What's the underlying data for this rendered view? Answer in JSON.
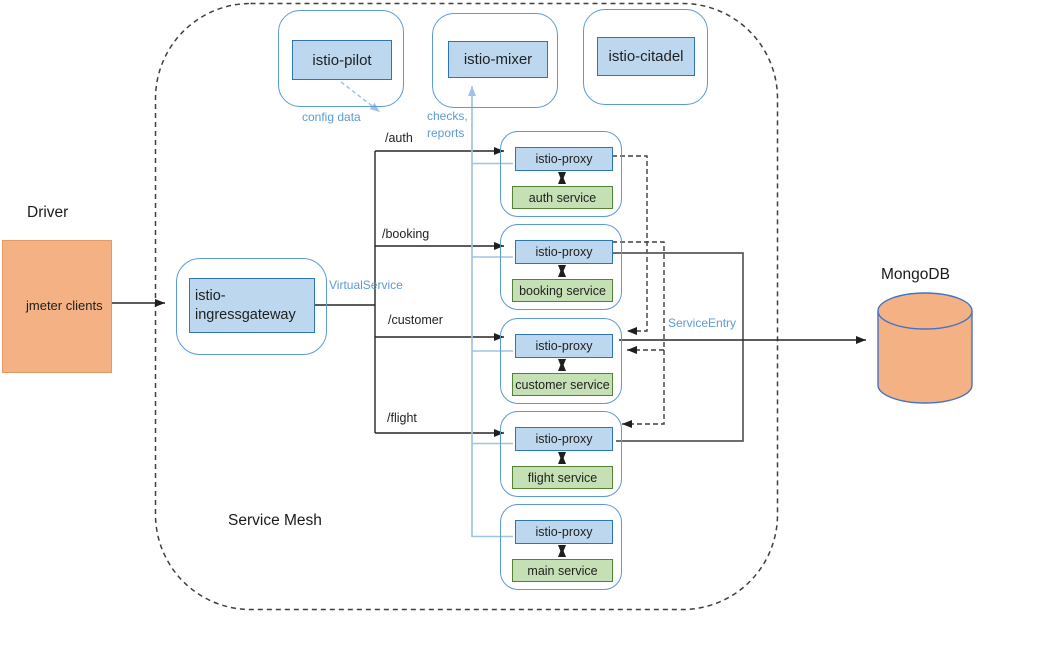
{
  "colors": {
    "orange": "#F4B183",
    "box_blue_fill": "#BDD7EE",
    "box_blue_border": "#2E75B6",
    "container_blue_border": "#5B9BD5",
    "green_fill": "#C5E0B4",
    "green_border": "#538135",
    "annotation_blue": "#5B9BD5",
    "line_blue": "#9DC3E6"
  },
  "driver": {
    "title": "Driver",
    "client_label": "jmeter clients"
  },
  "mesh": {
    "label": "Service Mesh"
  },
  "control_plane": {
    "pilot": "istio-pilot",
    "mixer": "istio-mixer",
    "citadel": "istio-citadel"
  },
  "gateway": {
    "label": "istio-ingressgateway"
  },
  "annotations": {
    "config_data": "config data",
    "checks_reports": "checks,\nreports",
    "virtual_service": "VirtualService",
    "service_entry": "ServiceEntry"
  },
  "routes": [
    {
      "label": "/auth"
    },
    {
      "label": "/booking"
    },
    {
      "label": "/customer"
    },
    {
      "label": "/flight"
    }
  ],
  "pods": [
    {
      "proxy": "istio-proxy",
      "service": "auth service"
    },
    {
      "proxy": "istio-proxy",
      "service": "booking service"
    },
    {
      "proxy": "istio-proxy",
      "service": "customer service"
    },
    {
      "proxy": "istio-proxy",
      "service": "flight service"
    },
    {
      "proxy": "istio-proxy",
      "service": "main service"
    }
  ],
  "database": {
    "label": "MongoDB"
  }
}
